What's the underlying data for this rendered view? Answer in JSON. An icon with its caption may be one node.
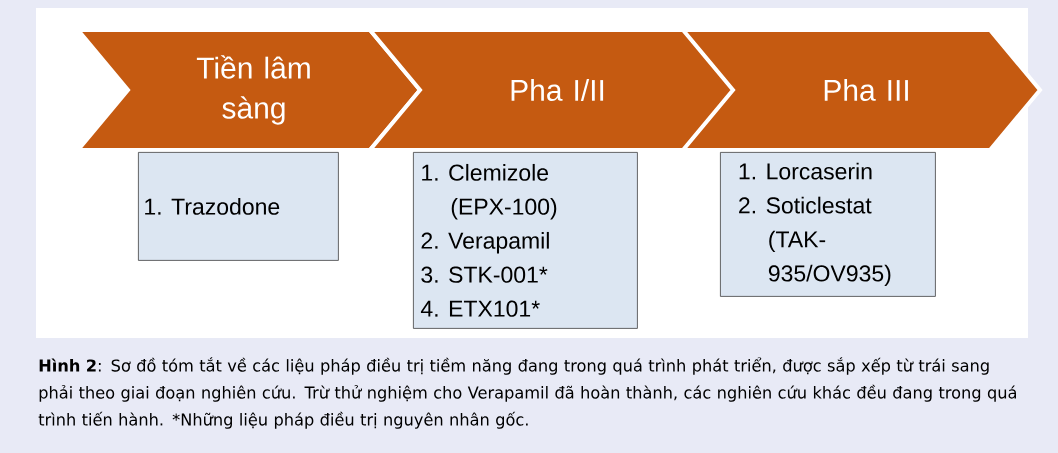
{
  "diagram": {
    "caption": "**Hình 2**: Sơ đồ tóm tắt về các liệu pháp điều trị tiềm năng đang trong quá trình phát triển, được sắp xếp từ trái sang phải theo giai đoạn nghiên cứu.  Trừ thử nghiệm cho Verapamil đã hoàn thành, các nghiên cứu khác đều đang trong quá trình tiến hành. *Những liệu pháp điều trị nguyên nhân gốc.",
    "nodes": [
      {
        "text": [
          "Tiền lâm sàng"
        ]
      },
      {
        "text": [
          "Pha I/II"
        ]
      },
      {
        "text": [
          "Pha III"
        ]
      },
      {
        "text": [
          "1. Trazodone"
        ]
      },
      {
        "text": [
          "1. Clemizole (EPX-100)",
          "2. Verapamil",
          "3. STK-001*",
          "4. ETX101*"
        ]
      },
      {
        "text": [
          "1. Lorcaserin",
          "2. Soticlestat (TAK-935/OV935)"
        ]
      }
    ]
  }
}
